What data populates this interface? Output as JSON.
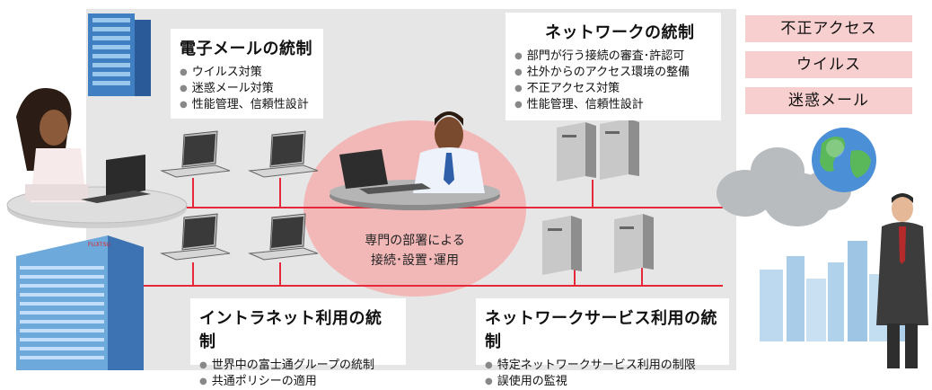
{
  "threats": [
    "不正アクセス",
    "ウイルス",
    "迷惑メール"
  ],
  "center": {
    "line1": "専門の部署による",
    "line2": "接続･設置･運用"
  },
  "email": {
    "title": "電子メールの統制",
    "items": [
      "ウイルス対策",
      "迷惑メール対策",
      "性能管理、信頼性設計"
    ]
  },
  "network": {
    "title": "ネットワークの統制",
    "items": [
      "部門が行う接続の審査･許認可",
      "社外からのアクセス環境の整備",
      "不正アクセス対策",
      "性能管理、信頼性設計"
    ]
  },
  "intranet": {
    "title": "イントラネット利用の統制",
    "items": [
      "世界中の富士通グループの統制",
      "共通ポリシーの適用"
    ]
  },
  "netservice": {
    "title": "ネットワークサービス利用の統制",
    "items": [
      "特定ネットワークサービス利用の制限",
      "誤使用の監視"
    ]
  },
  "building_sign": "FUJITSU",
  "colors": {
    "panel": "#e6e6e6",
    "line": "#e6293a",
    "threat_bg": "#f7cfcf",
    "ellipse": "#f2b8b8"
  }
}
